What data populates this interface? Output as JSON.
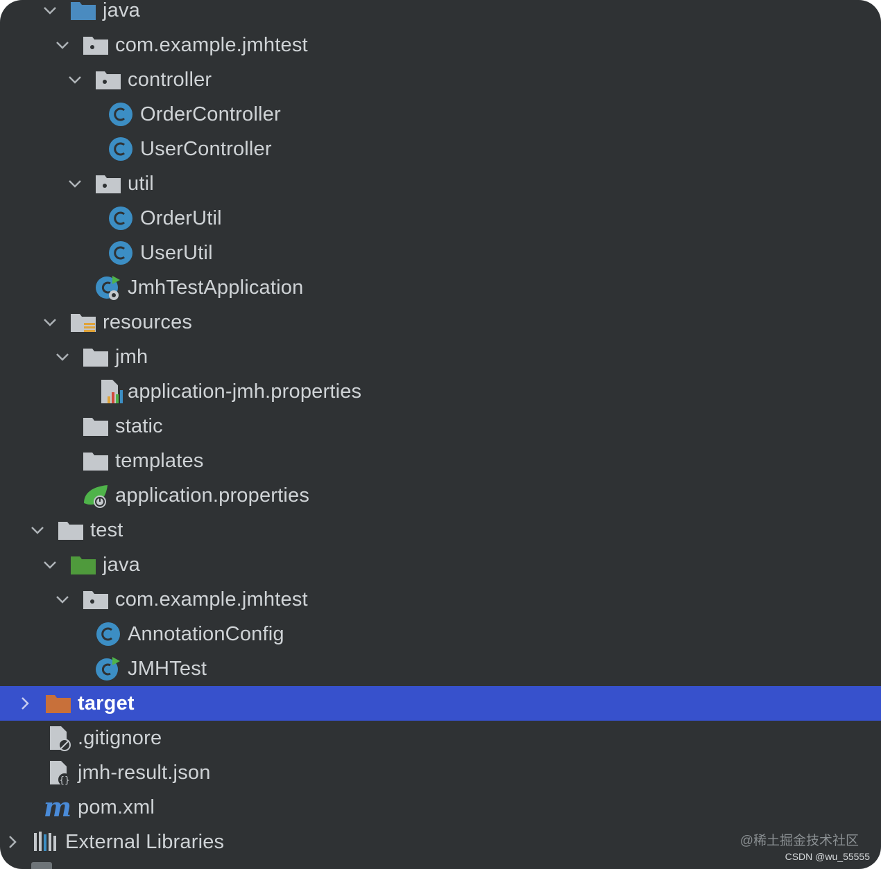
{
  "tree": {
    "rows": [
      {
        "label": "java",
        "icon": "source-root-folder-icon",
        "expanded": true
      },
      {
        "label": "com.example.jmhtest",
        "icon": "package-folder-icon",
        "expanded": true
      },
      {
        "label": "controller",
        "icon": "package-folder-icon",
        "expanded": true
      },
      {
        "label": "OrderController",
        "icon": "java-class-icon"
      },
      {
        "label": "UserController",
        "icon": "java-class-icon"
      },
      {
        "label": "util",
        "icon": "package-folder-icon",
        "expanded": true
      },
      {
        "label": "OrderUtil",
        "icon": "java-class-icon"
      },
      {
        "label": "UserUtil",
        "icon": "java-class-icon"
      },
      {
        "label": "JmhTestApplication",
        "icon": "spring-boot-class-icon"
      },
      {
        "label": "resources",
        "icon": "resources-folder-icon",
        "expanded": true
      },
      {
        "label": "jmh",
        "icon": "folder-icon",
        "expanded": true
      },
      {
        "label": "application-jmh.properties",
        "icon": "properties-file-icon"
      },
      {
        "label": "static",
        "icon": "folder-icon"
      },
      {
        "label": "templates",
        "icon": "folder-icon"
      },
      {
        "label": "application.properties",
        "icon": "spring-properties-icon"
      },
      {
        "label": "test",
        "icon": "folder-icon",
        "expanded": true
      },
      {
        "label": "java",
        "icon": "test-source-root-folder-icon",
        "expanded": true
      },
      {
        "label": "com.example.jmhtest",
        "icon": "package-folder-icon",
        "expanded": true
      },
      {
        "label": "AnnotationConfig",
        "icon": "java-class-icon"
      },
      {
        "label": "JMHTest",
        "icon": "runnable-class-icon"
      },
      {
        "label": "target",
        "icon": "excluded-folder-icon",
        "expanded": false,
        "selected": true
      },
      {
        "label": ".gitignore",
        "icon": "ignore-file-icon"
      },
      {
        "label": "jmh-result.json",
        "icon": "json-file-icon"
      },
      {
        "label": "pom.xml",
        "icon": "maven-icon"
      },
      {
        "label": "External Libraries",
        "icon": "libraries-icon",
        "expanded": false
      }
    ]
  },
  "colors": {
    "background": "#2f3234",
    "selection": "#3751cc",
    "text": "#cfd3d6",
    "class_icon": "#3c8ec4",
    "folder_gray": "#c4c8cc",
    "source_root": "#4a8bc0",
    "test_root": "#4f9a3c",
    "excluded": "#c8703a"
  },
  "watermark": {
    "site": "@稀土掘金技术社区",
    "author": "CSDN @wu_55555"
  }
}
